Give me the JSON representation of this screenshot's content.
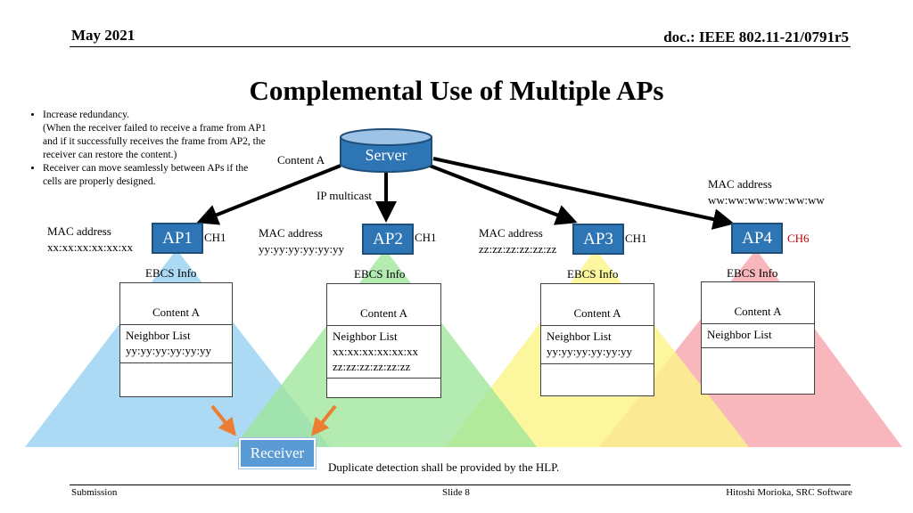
{
  "header": {
    "date": "May 2021",
    "doc": "doc.: IEEE 802.11-21/0791r5"
  },
  "title": "Complemental Use of Multiple APs",
  "bullets": [
    {
      "main": "Increase redundancy.",
      "detail": "(When the receiver failed to receive a frame from AP1 and if it successfully receives the frame from AP2, the receiver can restore the content.)"
    },
    {
      "main": "Receiver can move seamlessly between APs if the cells are properly designed.",
      "detail": ""
    }
  ],
  "server": {
    "label": "Server",
    "content_label": "Content A",
    "multicast_label": "IP multicast"
  },
  "aps": [
    {
      "name": "AP1",
      "channel": "CH1",
      "mac_title": "MAC address",
      "mac": "xx:xx:xx:xx:xx:xx",
      "ebcs": "EBCS Info",
      "content": "Content A",
      "neighbor_title": "Neighbor List",
      "neighbors": [
        "yy:yy:yy:yy:yy:yy"
      ]
    },
    {
      "name": "AP2",
      "channel": "CH1",
      "mac_title": "MAC address",
      "mac": "yy:yy:yy:yy:yy:yy",
      "ebcs": "EBCS Info",
      "content": "Content A",
      "neighbor_title": "Neighbor List",
      "neighbors": [
        "xx:xx:xx:xx:xx:xx",
        "zz:zz:zz:zz:zz:zz"
      ]
    },
    {
      "name": "AP3",
      "channel": "CH1",
      "mac_title": "MAC address",
      "mac": "zz:zz:zz:zz:zz:zz",
      "ebcs": "EBCS Info",
      "content": "Content A",
      "neighbor_title": "Neighbor List",
      "neighbors": [
        "yy:yy:yy:yy:yy:yy"
      ]
    },
    {
      "name": "AP4",
      "channel": "CH6",
      "mac_title": "MAC address",
      "mac": "ww:ww:ww:ww:ww:ww",
      "ebcs": "EBCS Info",
      "content": "Content A",
      "neighbor_title": "Neighbor List",
      "neighbors": []
    }
  ],
  "receiver": {
    "label": "Receiver",
    "note": "Duplicate detection shall be provided by the HLP."
  },
  "footer": {
    "left": "Submission",
    "center": "Slide 8",
    "right": "Hitoshi Morioka, SRC Software"
  },
  "colors": {
    "ap_fill": "#2e75b6",
    "receiver_fill": "#5b9bd5",
    "ch6_text": "#c00000",
    "cell1": "#9dd3f3",
    "cell2": "#9ee69a",
    "cell3": "#fbf58a",
    "cell4": "#f7aab2",
    "arrow_orange": "#ed7d31"
  }
}
